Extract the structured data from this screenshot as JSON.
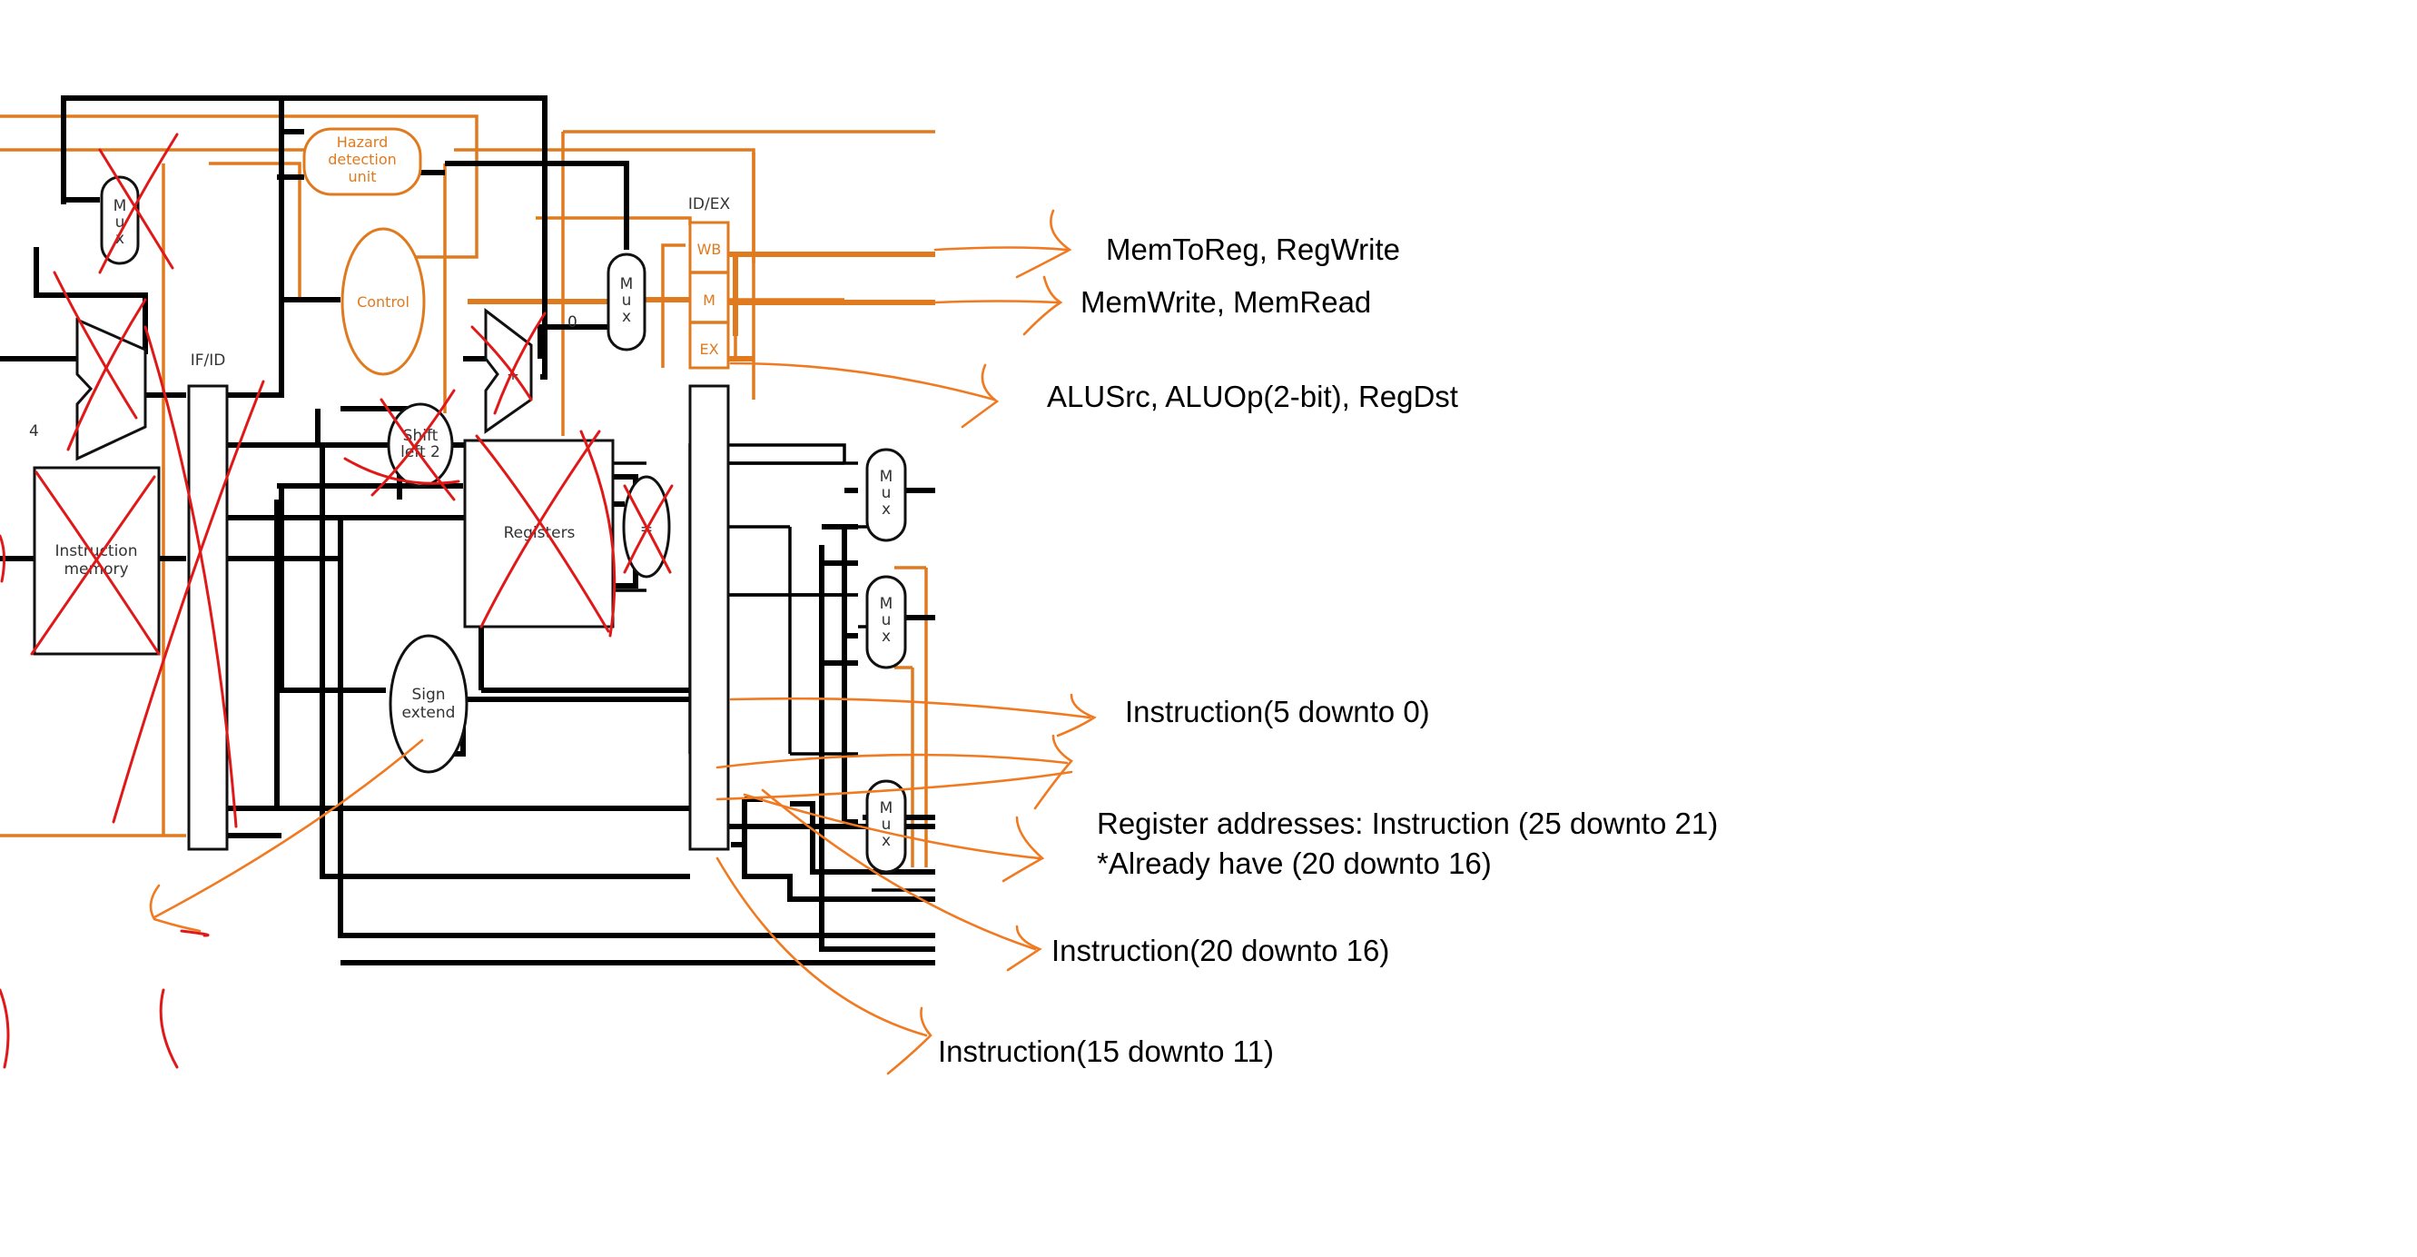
{
  "blocks": {
    "hazard": [
      "Hazard",
      "detection",
      "unit"
    ],
    "control": "Control",
    "mux": [
      "M",
      "u",
      "x"
    ],
    "if_id": "IF/ID",
    "id_ex": "ID/EX",
    "wb": "WB",
    "m": "M",
    "ex": "EX",
    "instruction_memory": [
      "Instruction",
      "memory"
    ],
    "registers": "Registers",
    "sign_extend": [
      "Sign",
      "extend"
    ],
    "shift": [
      "Shift",
      "left 2"
    ],
    "const_four": "4",
    "const_zero": "0",
    "plus": "+",
    "equals": "="
  },
  "annotations": {
    "wb_signals": "MemToReg, RegWrite",
    "m_signals": "MemWrite, MemRead",
    "ex_signals": "ALUSrc, ALUOp(2-bit), RegDst",
    "instr_5_0": "Instruction(5 downto 0)",
    "reg_addr_line1": "Register addresses: Instruction (25 downto 21)",
    "reg_addr_line2": "*Already have (20 downto 16)",
    "instr_20_16": "Instruction(20 downto 16)",
    "instr_15_11": "Instruction(15 downto 11)"
  }
}
